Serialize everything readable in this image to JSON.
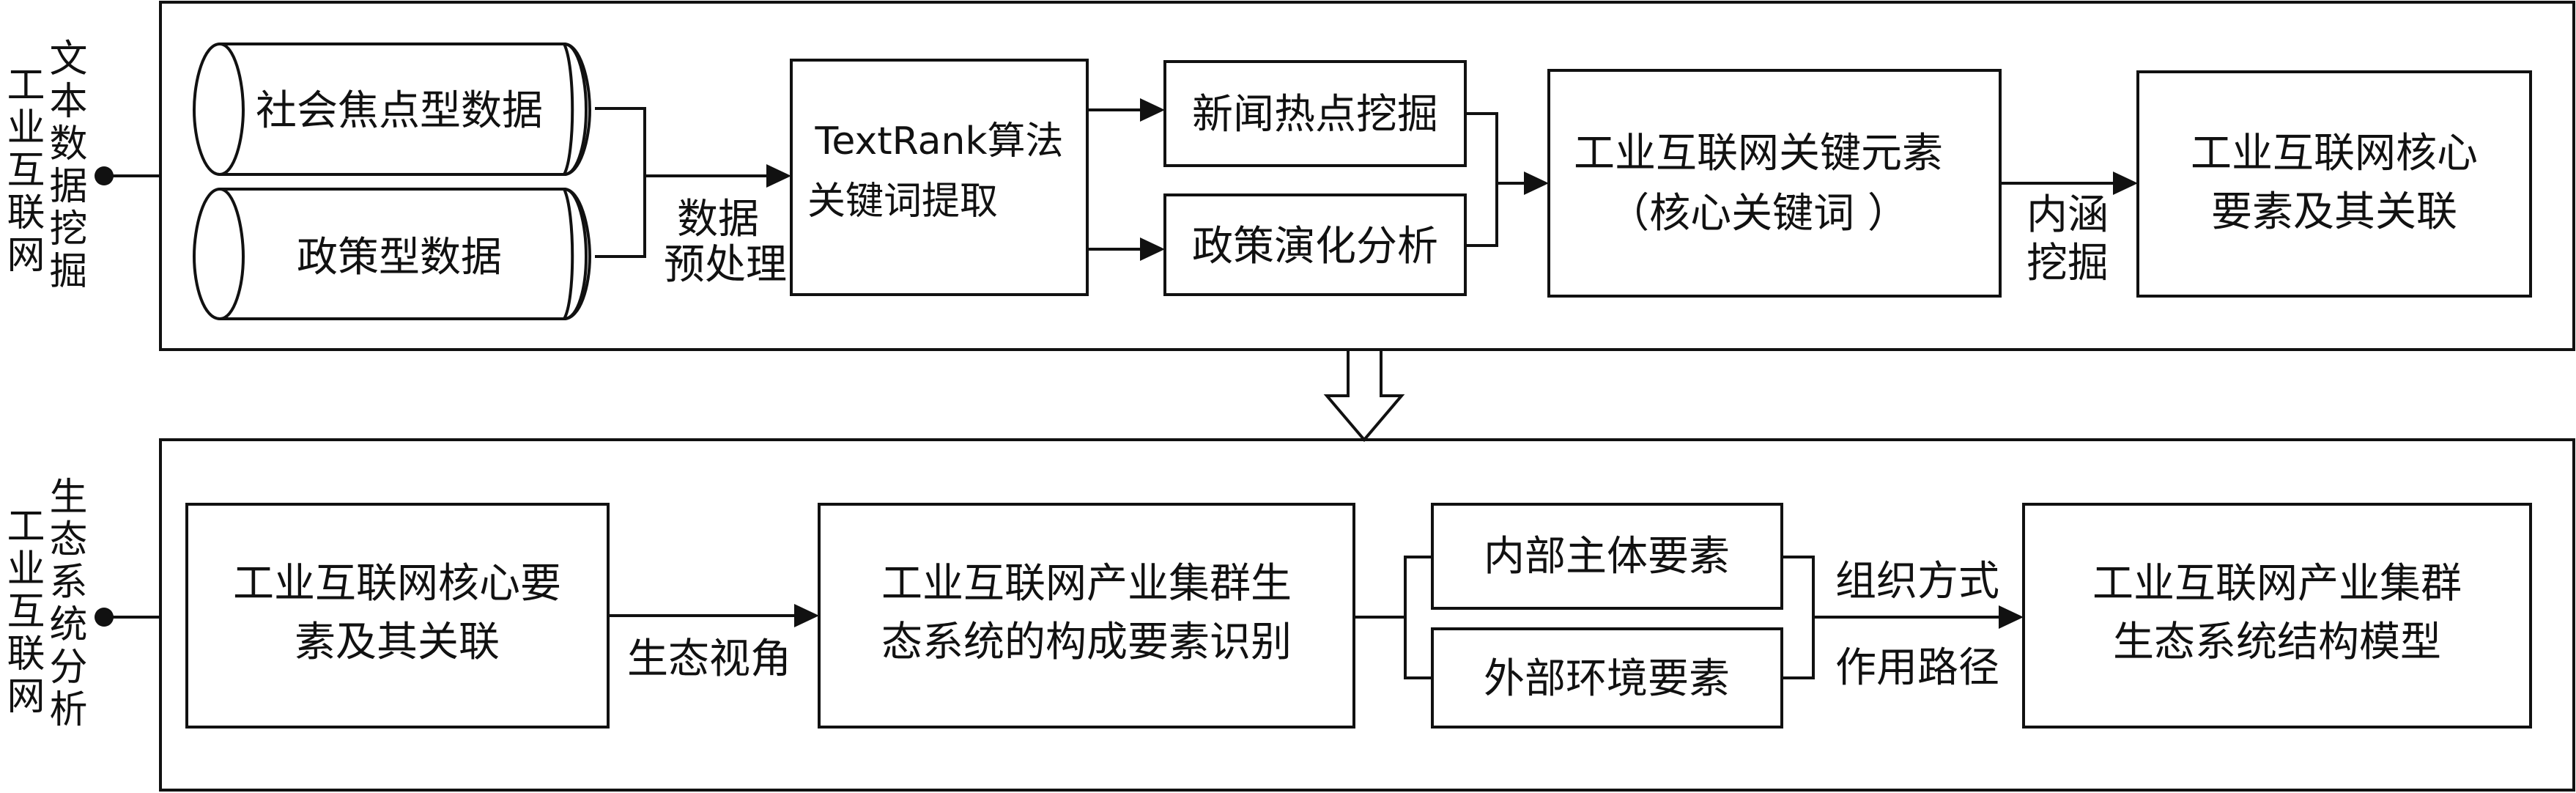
{
  "diagram": {
    "section_top": {
      "side_label_col1": "工业互联网",
      "side_label_col2": "文本数据挖掘",
      "source_social": "社会焦点型数据",
      "source_policy": "政策型数据",
      "preprocess_line1": "数据",
      "preprocess_line2": "预处理",
      "textrank_line1": "TextRank算法",
      "textrank_line2": "关键词提取",
      "news_mining": "新闻热点挖掘",
      "policy_analysis": "政策演化分析",
      "key_elements_line1": "工业互联网关键元素",
      "key_elements_line2": "（核心关键词 ）",
      "connotation_line1": "内涵",
      "connotation_line2": "挖掘",
      "core_line1": "工业互联网核心",
      "core_line2": "要素及其关联"
    },
    "section_bottom": {
      "side_label_col1": "工业互联网",
      "side_label_col2": "生态系统分析",
      "core_line1": "工业互联网核心要",
      "core_line2": "素及其关联",
      "eco_view": "生态视角",
      "identify_line1": "工业互联网产业集群生",
      "identify_line2": "态系统的构成要素识别",
      "internal": "内部主体要素",
      "external": "外部环境要素",
      "org_mode": "组织方式",
      "path": "作用路径",
      "model_line1": "工业互联网产业集群",
      "model_line2": "生态系统结构模型"
    }
  }
}
